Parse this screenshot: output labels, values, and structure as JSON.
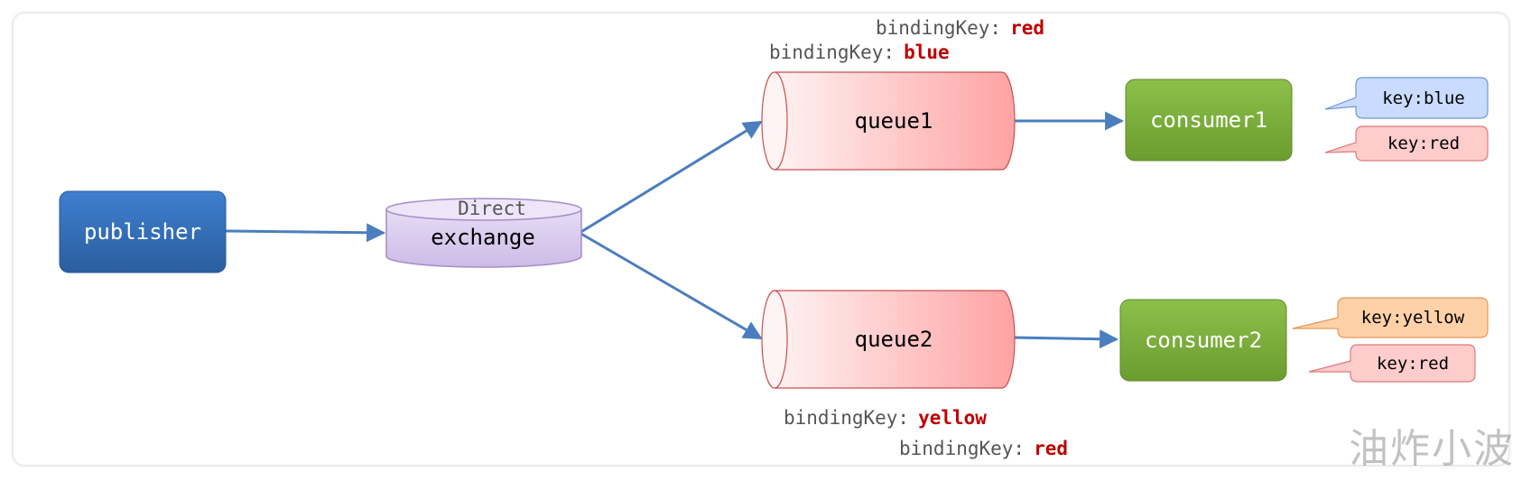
{
  "nodes": {
    "publisher": "publisher",
    "exchange_type": "Direct",
    "exchange": "exchange",
    "queue1": "queue1",
    "queue2": "queue2",
    "consumer1": "consumer1",
    "consumer2": "consumer2"
  },
  "bindings": {
    "prefix": "bindingKey:",
    "queue1": [
      "red",
      "blue"
    ],
    "queue2": [
      "yellow",
      "red"
    ]
  },
  "callouts": {
    "consumer1": [
      "key:blue",
      "key:red"
    ],
    "consumer2": [
      "key:yellow",
      "key:red"
    ]
  },
  "watermark": "油炸小波",
  "colors": {
    "publisher": "#3a73bd",
    "exchange": "#dcd0ee",
    "queue": "#ffb3b3",
    "consumer": "#7fb03a",
    "arrow": "#4a7ebf",
    "binding_value": "#c00000",
    "callout_blue": "#c9dcff",
    "callout_red": "#ffcccc",
    "callout_orange": "#ffd1a8"
  }
}
